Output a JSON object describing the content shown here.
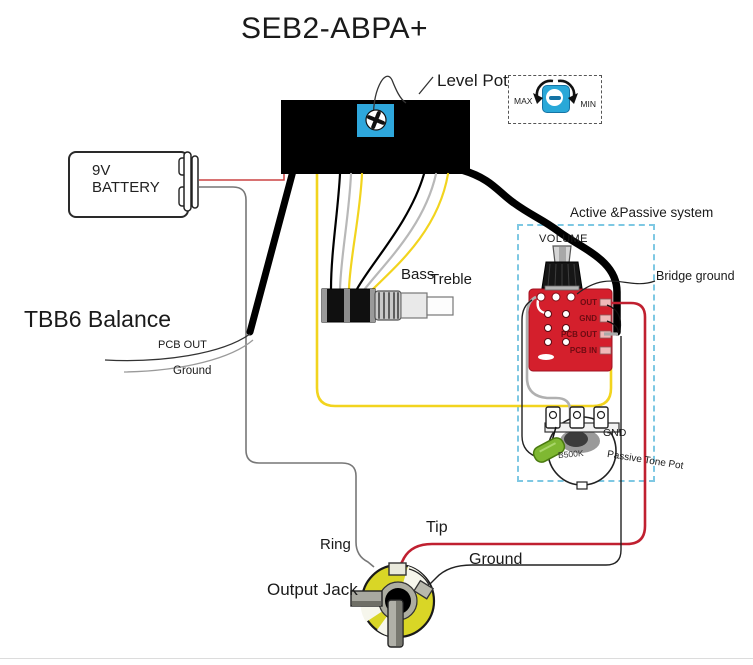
{
  "title": "SEB2-ABPA+",
  "colors": {
    "wire_yellow": "#f2d41e",
    "wire_red": "#c02030",
    "battery_red": "#cc4444",
    "wire_gray": "#b0b0b0",
    "wire_black": "#000000",
    "pcb_red": "#d41f2c",
    "trimmer_blue": "#2ea7dc",
    "jack_yellow": "#d9d626",
    "capacitor_green": "#7fb832",
    "dashed_box_blue": "#7ec8e3"
  },
  "level_pot_label": "Level Pot",
  "trim_legend": {
    "max": "MAX",
    "min": "MIN"
  },
  "battery": {
    "line1": "9V",
    "line2": "BATTERY"
  },
  "balance_section": {
    "title": "TBB6 Balance",
    "pcb_out": "PCB OUT",
    "ground": "Ground"
  },
  "eq_pots": {
    "bass": "Bass",
    "treble": "Treble"
  },
  "system_box": {
    "title": "Active &Passive system",
    "volume": "VOLUME",
    "bridge_ground": "Bridge ground",
    "gnd": "GND",
    "tone_pot_value": "B500K",
    "tone_pot_label": "Passive Tone Pot",
    "pcb_pads": [
      "OUT",
      "GND",
      "PCB OUT",
      "PCB IN"
    ]
  },
  "output_jack": {
    "label": "Output Jack",
    "ring": "Ring",
    "tip": "Tip",
    "ground": "Ground"
  }
}
